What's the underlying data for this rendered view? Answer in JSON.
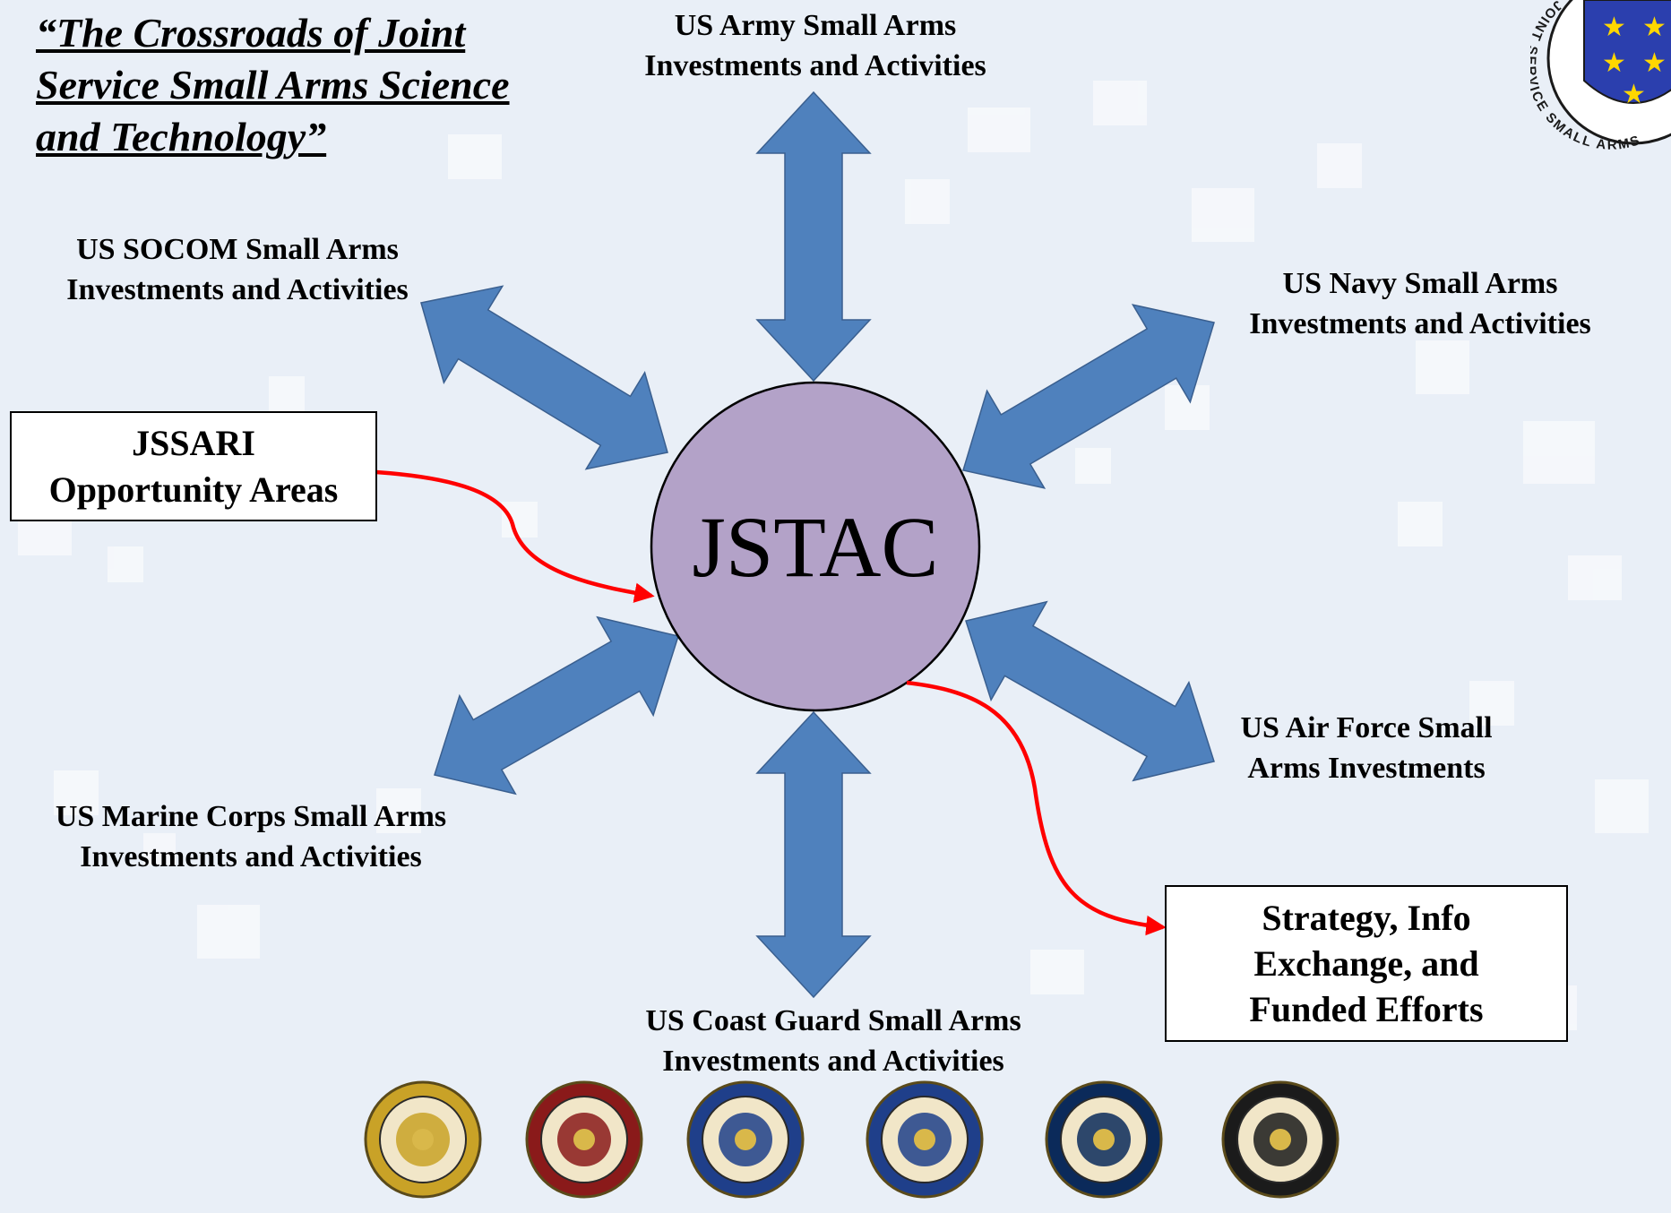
{
  "title_lines": [
    "“The Crossroads of Joint",
    "Service Small Arms Science",
    "and Technology”"
  ],
  "center": {
    "label": "JSTAC",
    "fill": "#b3a2c8"
  },
  "arrow_color": "#4f81bd",
  "connector_color": "#ff0000",
  "nodes": {
    "army": {
      "line1": "US Army Small Arms",
      "line2": "Investments and Activities"
    },
    "socom": {
      "line1": "US SOCOM Small Arms",
      "line2": "Investments and Activities"
    },
    "navy": {
      "line1": "US Navy Small Arms",
      "line2": "Investments and Activities"
    },
    "airforce": {
      "line1": "US Air Force Small",
      "line2": "Arms Investments"
    },
    "marines": {
      "line1": "US Marine Corps Small Arms",
      "line2": "Investments and Activities"
    },
    "coastguard": {
      "line1": "US Coast Guard Small Arms",
      "line2": "Investments and Activities"
    }
  },
  "jssari_box": {
    "line1": "JSSARI",
    "line2": "Opportunity Areas"
  },
  "output_box": {
    "line1": "Strategy, Info",
    "line2": "Exchange, and",
    "line3": "Funded Efforts"
  },
  "logo": {
    "text": "JOINT SERVICE SMALL ARMS",
    "color": "#2b3fae"
  },
  "seals": [
    {
      "name": "army-seal-icon",
      "color": "#c9a227"
    },
    {
      "name": "marine-corps-seal-icon",
      "color": "#8a1a1a"
    },
    {
      "name": "air-force-seal-icon",
      "color": "#1f3f8a"
    },
    {
      "name": "coast-guard-seal-icon",
      "color": "#1f3f8a"
    },
    {
      "name": "navy-seal-icon",
      "color": "#0b2a5a"
    },
    {
      "name": "socom-seal-icon",
      "color": "#1b1b1b"
    }
  ]
}
